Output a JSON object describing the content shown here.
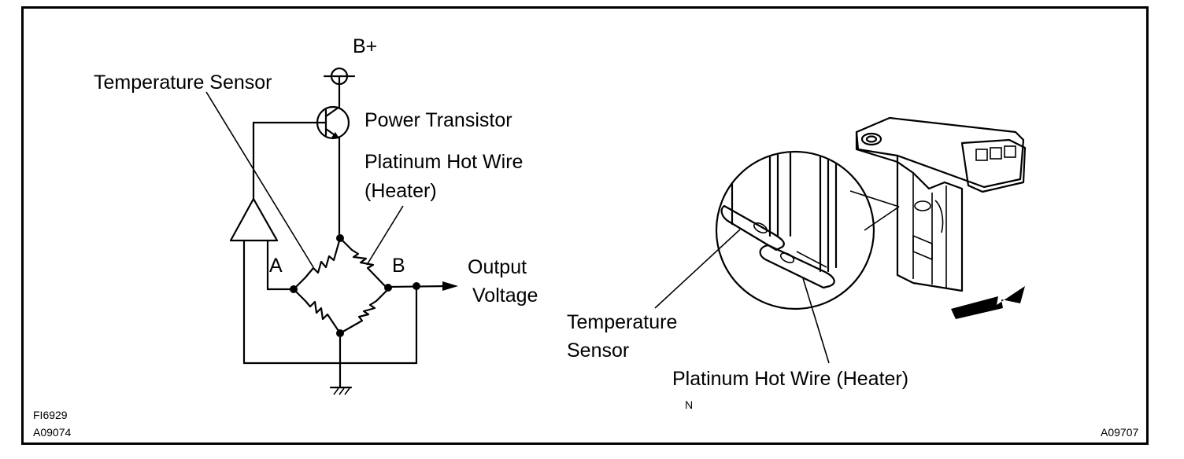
{
  "left_circuit": {
    "supply_label": "B+",
    "temp_sensor_label": "Temperature Sensor",
    "transistor_label": "Power Transistor",
    "hot_wire_line1": "Platinum Hot Wire",
    "hot_wire_line2": "(Heater)",
    "node_a_label": "A",
    "node_b_label": "B",
    "output_line1": "Output",
    "output_line2": "Voltage"
  },
  "right_sensor": {
    "temp_sensor_line1": "Temperature",
    "temp_sensor_line2": "Sensor",
    "hot_wire_label": "Platinum Hot Wire (Heater)",
    "n_label": "N"
  },
  "figure_codes": {
    "code1": "FI6929",
    "code2": "A09074",
    "code3": "A09707"
  }
}
